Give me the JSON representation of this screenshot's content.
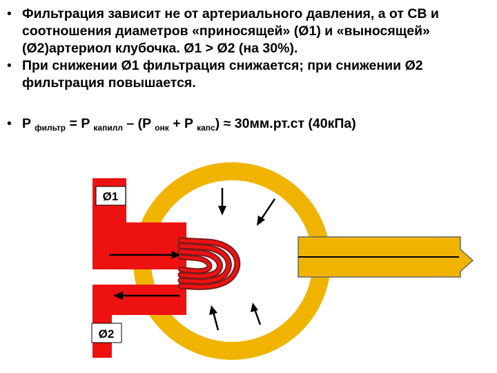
{
  "bullets": [
    {
      "marker": "•",
      "text": "Фильтрация зависит не от артериального давления, а от СВ и соотношения диаметров «приносящей» (Ø1) и «выносящей» (Ø2)артериол клубочка. Ø1 > Ø2 (на 30%)."
    },
    {
      "marker": "•",
      "text": "При снижении Ø1 фильтрация снижается; при снижении Ø2 фильтрация повышается."
    }
  ],
  "formula": {
    "marker": "•",
    "p1": "P ",
    "sub1": "фильтр",
    "p2": " = P ",
    "sub2": "капилл",
    "p3": " – (P ",
    "sub3": "онк",
    "p4": " + P ",
    "sub4": "капс",
    "p5": ") ≈ 30мм.рт.ст (40кПа)"
  },
  "diagram": {
    "label_afferent": "Ø1",
    "label_efferent": "Ø2",
    "colors": {
      "vessel": "#ee1111",
      "capsule": "#f0b400",
      "arrow": "#f0b400",
      "line": "#000000",
      "capillary_stroke": "#7a1a1a"
    }
  }
}
